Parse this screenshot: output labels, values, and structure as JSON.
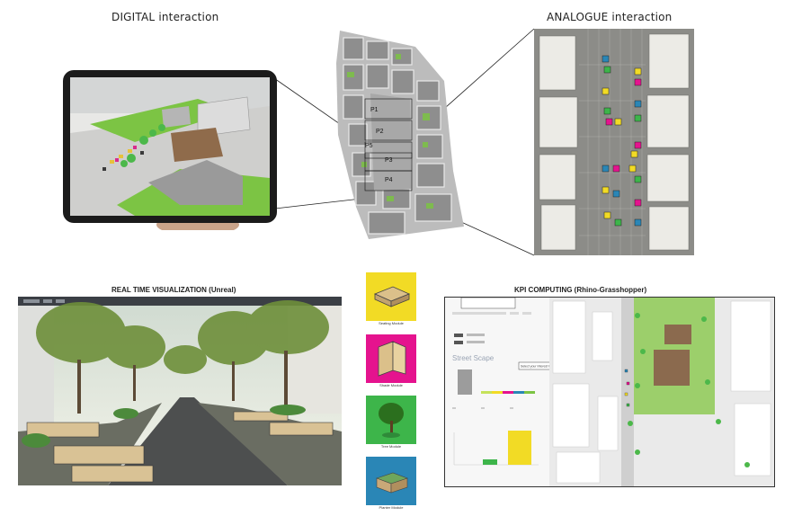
{
  "headings": {
    "digital": "DIGITAL interaction",
    "analogue": "ANALOGUE interaction",
    "realtime": "REAL TIME VISUALIZATION (Unreal)",
    "kpi": "KPI COMPUTING (Rhino-Grasshopper)"
  },
  "map_labels": [
    "P1",
    "P2",
    "P3",
    "P4",
    "P5"
  ],
  "modules": [
    {
      "key": "seating",
      "caption": "Seating Module",
      "color": "#f2db25"
    },
    {
      "key": "shade",
      "caption": "Shade Module",
      "color": "#e5138e"
    },
    {
      "key": "tree",
      "caption": "Tree Module",
      "color": "#3db54a"
    },
    {
      "key": "planter",
      "caption": "Planter Module",
      "color": "#2a86b6"
    }
  ],
  "kpi_panel": {
    "section_title": "Street Scape",
    "callout_note": "Select your Interest Points"
  },
  "colors": {
    "grass": "#7cc444",
    "block": "#9c9c9c",
    "photo_bg": "#8c8c88"
  }
}
